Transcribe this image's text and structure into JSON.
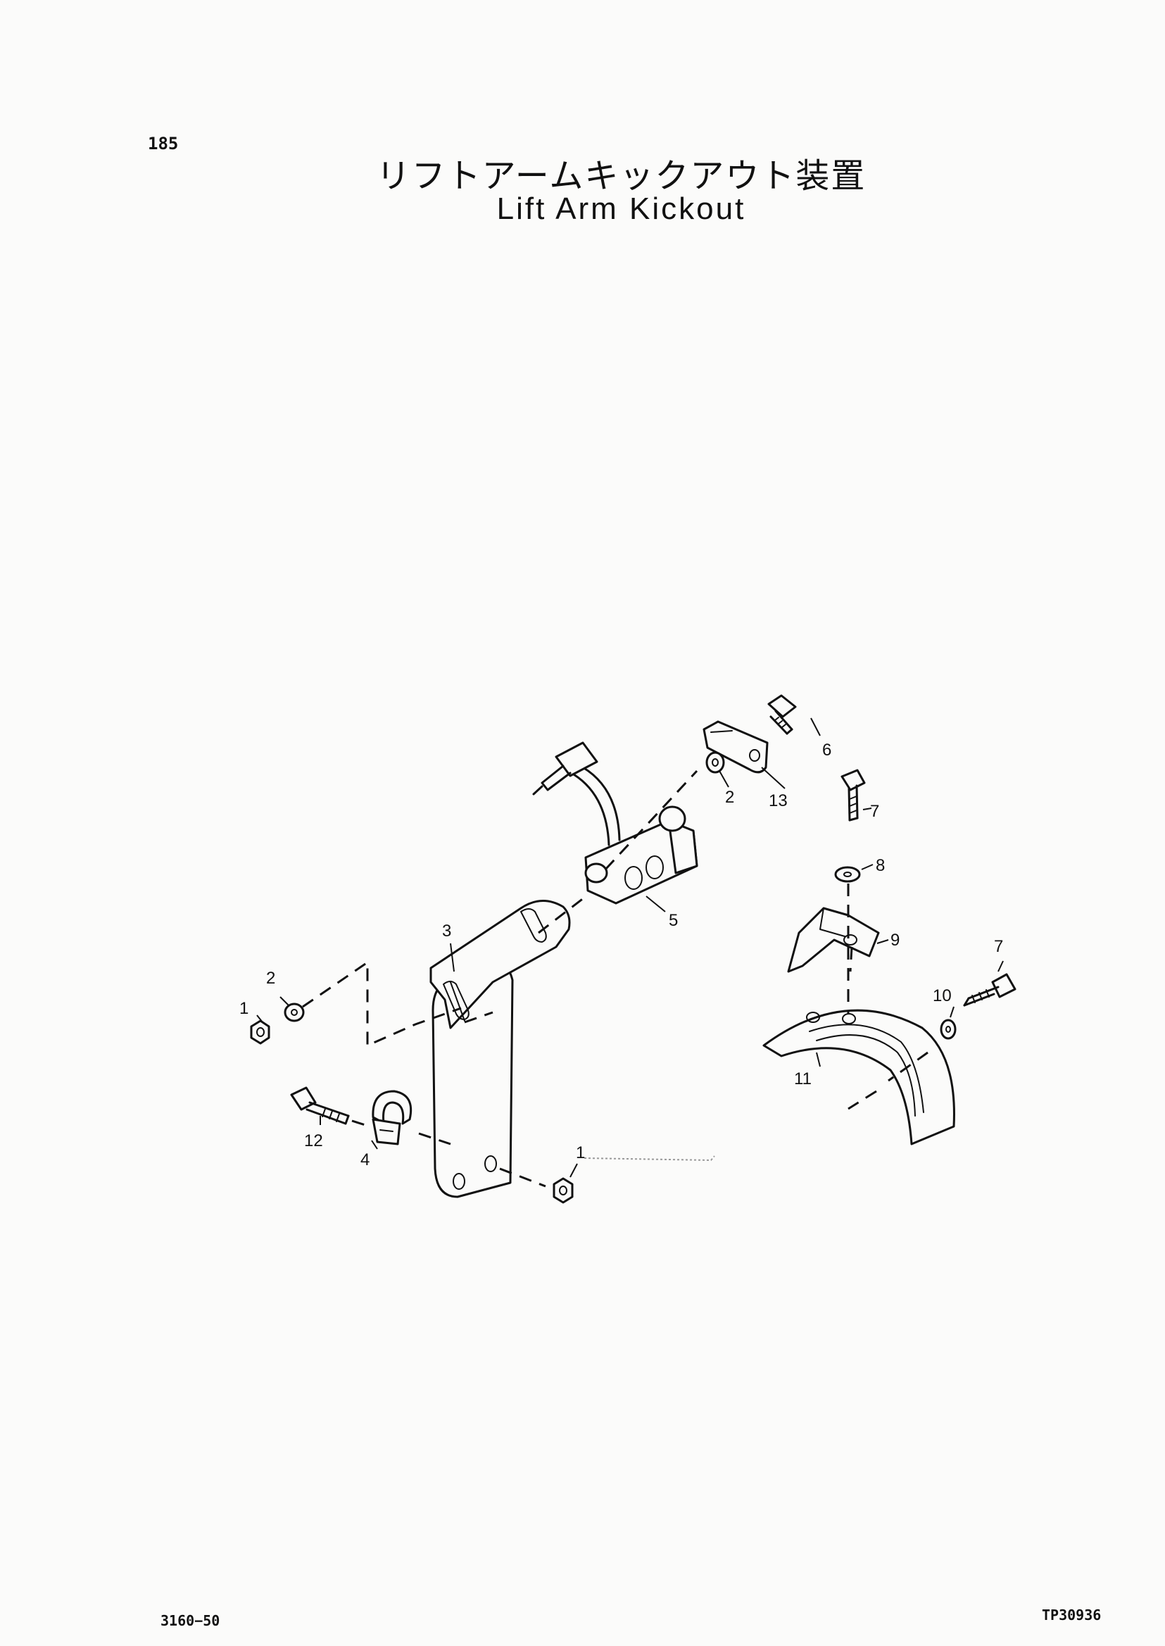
{
  "header": {
    "page_number": "185",
    "title_jp": "リフトアームキックアウト装置",
    "title_en": "Lift Arm Kickout"
  },
  "footer": {
    "left_code": "3160−50",
    "right_code": "TP30936"
  },
  "callouts": {
    "c1a": "1",
    "c1b": "1",
    "c2a": "2",
    "c2b": "2",
    "c3": "3",
    "c4": "4",
    "c5": "5",
    "c6": "6",
    "c7a": "7",
    "c7b": "7",
    "c8": "8",
    "c9": "9",
    "c10": "10",
    "c11": "11",
    "c12": "12",
    "c13": "13"
  }
}
